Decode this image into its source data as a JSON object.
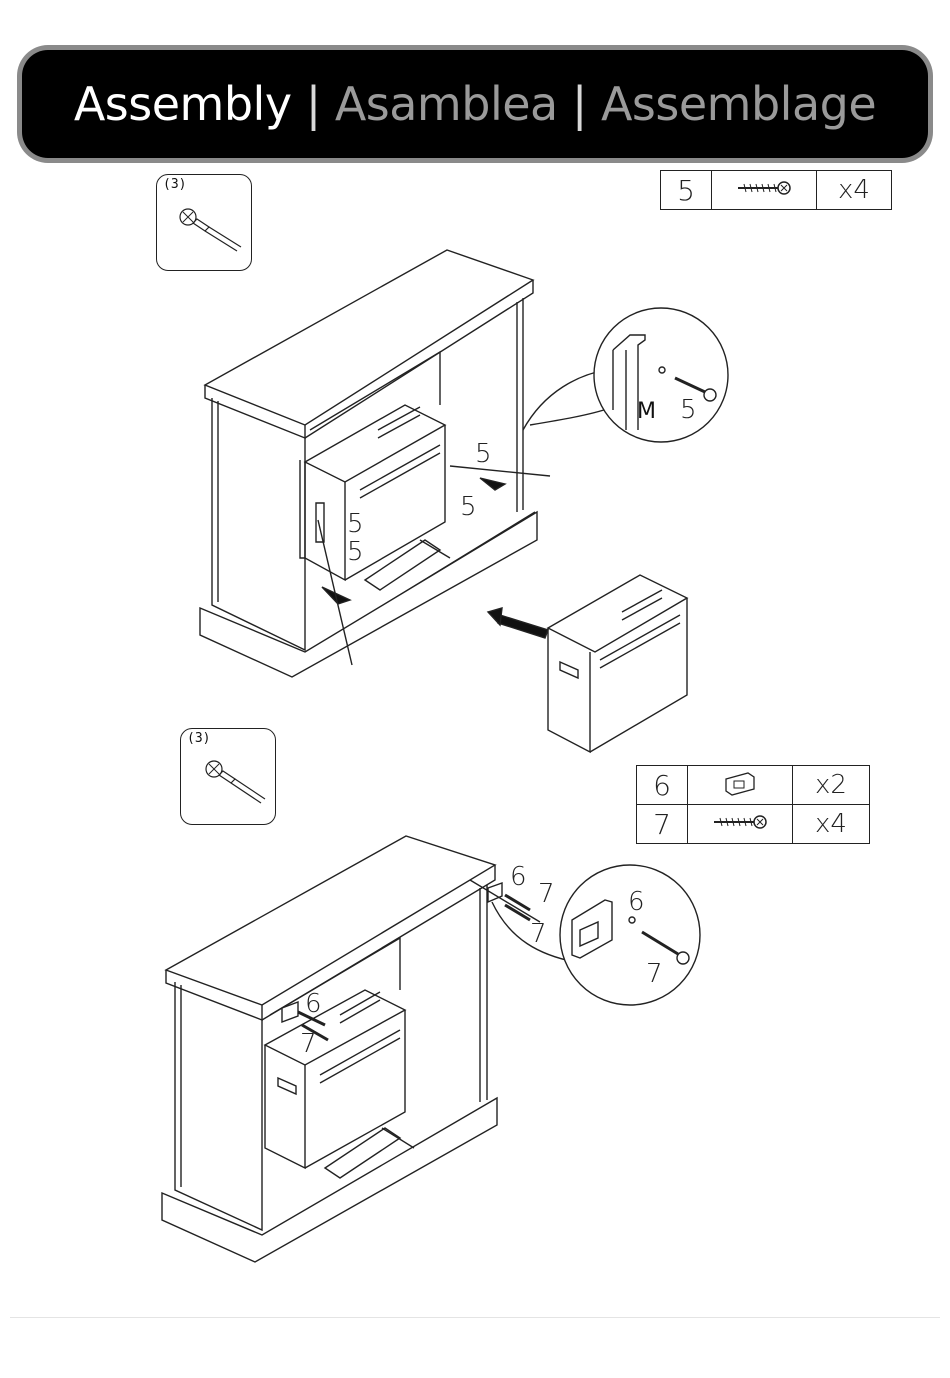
{
  "header": {
    "english": "Assembly",
    "separator": "|",
    "spanish": "Asamblea",
    "french": "Assemblage"
  },
  "step1": {
    "tool_qty": "(3)",
    "parts": [
      {
        "number": "5",
        "icon": "screw-icon",
        "count": "x4"
      }
    ],
    "detail": {
      "panel_letter": "M",
      "screw_number": "5"
    },
    "callouts": [
      "5",
      "5",
      "5",
      "5"
    ]
  },
  "step2": {
    "tool_qty": "(3)",
    "parts": [
      {
        "number": "6",
        "icon": "bracket-icon",
        "count": "x2"
      },
      {
        "number": "7",
        "icon": "screw-icon",
        "count": "x4"
      }
    ],
    "detail": {
      "bracket_number": "6",
      "screw_number": "7"
    },
    "callouts": [
      "6",
      "7",
      "7",
      "6",
      "7"
    ]
  }
}
